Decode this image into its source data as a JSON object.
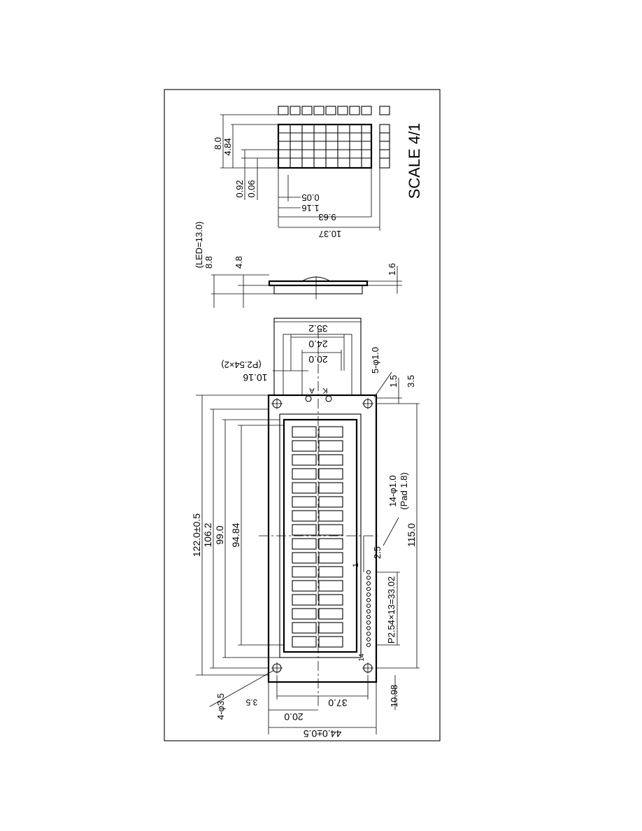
{
  "drawing": {
    "scale_label": "SCALE 4/1",
    "char_detail": {
      "dims": [
        "8.0",
        "4.84",
        "0.92",
        "0.06",
        "0.05",
        "1.16",
        "9.63",
        "10.37"
      ]
    },
    "side_view": {
      "led_note": "(LED=13.0)",
      "dims": [
        "8.8",
        "4.8",
        "1.6"
      ]
    },
    "main_view": {
      "dims_length": [
        "122.0±0.5",
        "106.2",
        "99.0",
        "94.84",
        "115.0"
      ],
      "dims_width": [
        "44.0±0.5",
        "37.0",
        "20.0",
        "3.5",
        "10.98"
      ],
      "backlight_dims": [
        "35.2",
        "24.0",
        "20.0",
        "10.16",
        "(P2.54×2)",
        "5-φ1.0",
        "1.5",
        "3.5"
      ],
      "pin_dims": [
        "14-φ1.0",
        "(Pad 1.8)",
        "2.5",
        "P2.54×13=33.02"
      ],
      "mount_hole": "4-φ3.5",
      "pin_labels": [
        "A",
        "K",
        "1",
        "14"
      ]
    }
  }
}
